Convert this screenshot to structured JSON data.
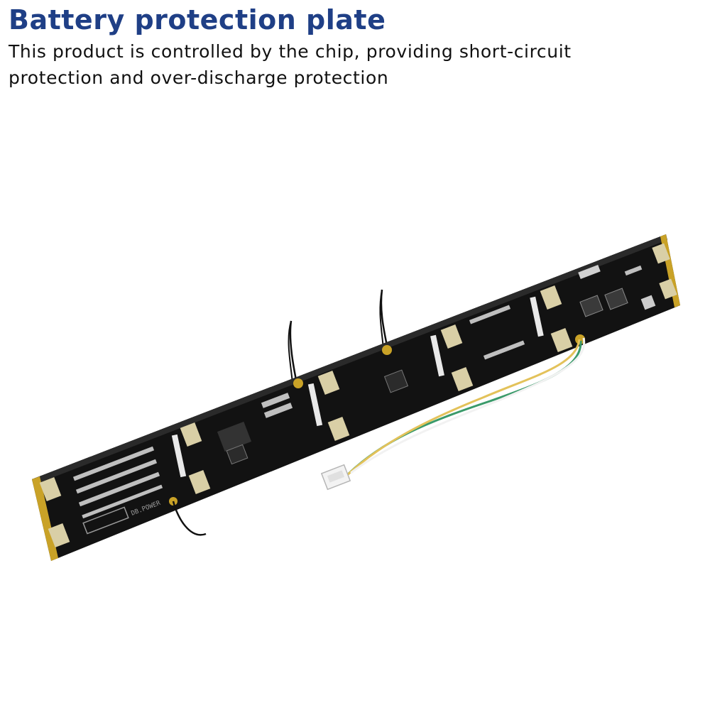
{
  "heading": {
    "title": "Battery protection plate",
    "subtitle": "This product is controlled by the chip, providing short-circuit protection and over-discharge protection"
  },
  "product_image": {
    "board_marking": "DB.POWER",
    "colors": {
      "title": "#1f3f86",
      "pcb": "#121212",
      "pad": "#d9cfa6",
      "gold_edge": "#c9a227",
      "wire_green": "#3a9a6a",
      "wire_yellow": "#e3c25a",
      "wire_white": "#f2f2f2"
    }
  }
}
